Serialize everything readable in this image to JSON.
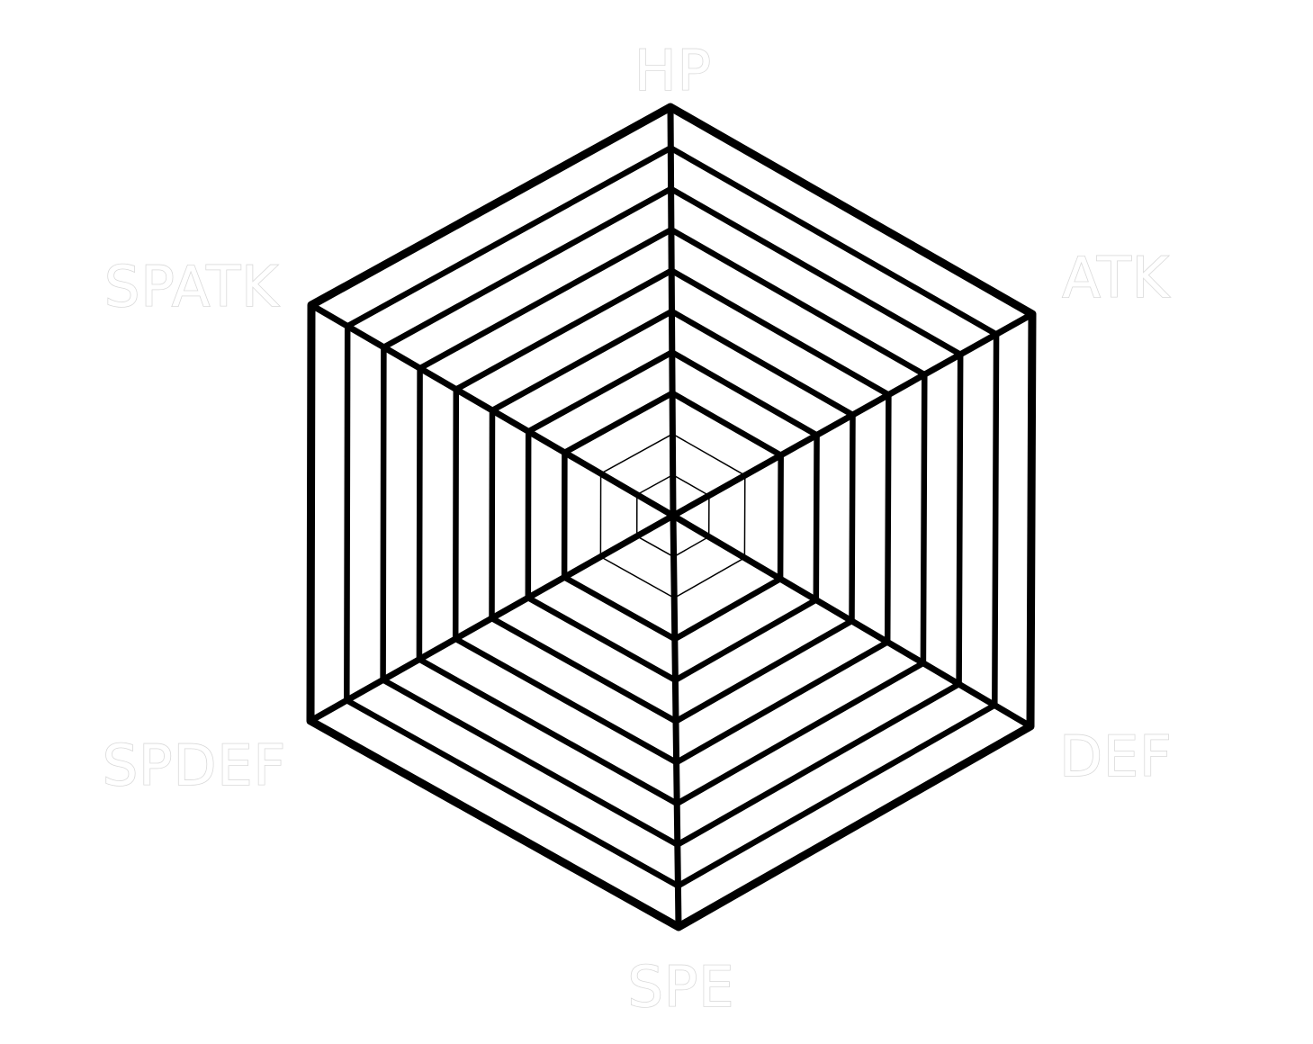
{
  "chart": {
    "type": "radar-grid",
    "axes": [
      "HP",
      "ATK",
      "DEF",
      "SPE",
      "SPDEF",
      "SPATK"
    ],
    "rings": 10,
    "colors": {
      "background": "#ffffff",
      "grid": "#000000",
      "label_fill": "#ffffff",
      "label_outline": "#d9d9d9"
    }
  }
}
